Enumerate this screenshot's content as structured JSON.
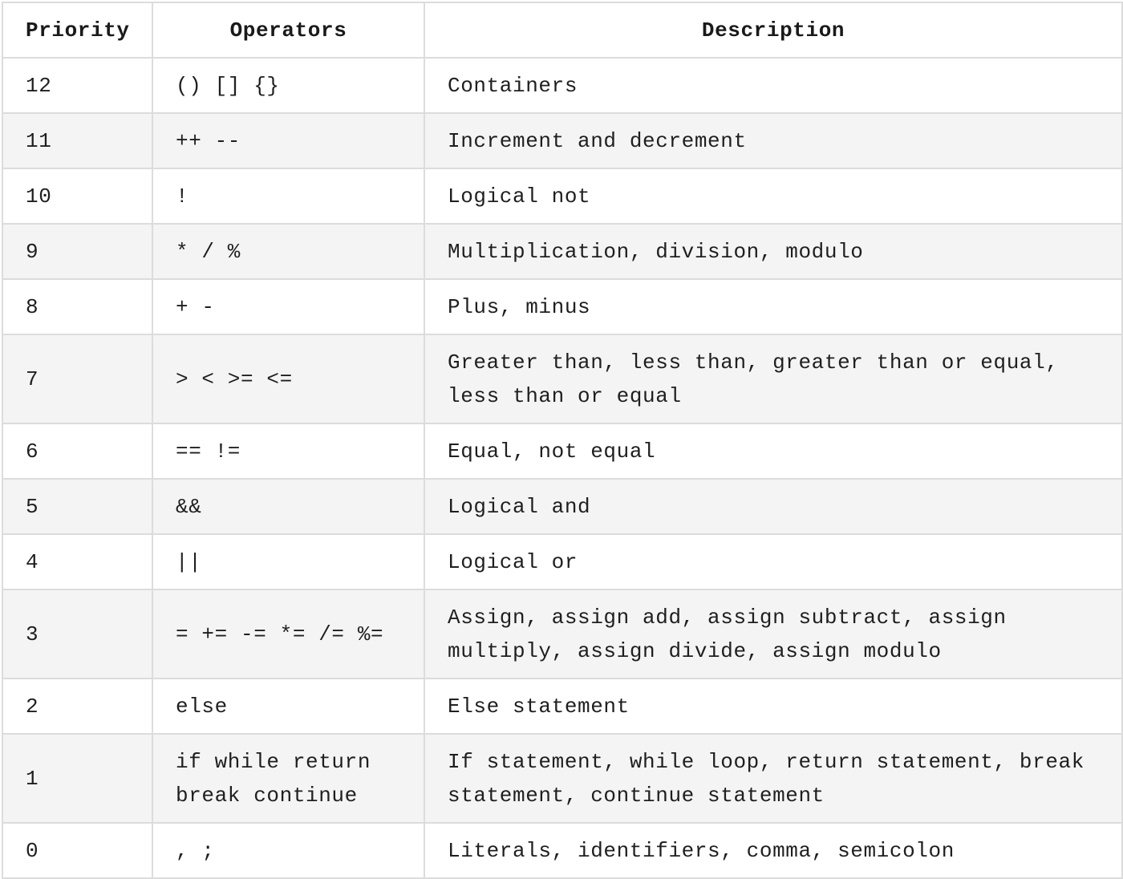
{
  "header": {
    "priority": "Priority",
    "operators": "Operators",
    "description": "Description"
  },
  "rows": [
    {
      "priority": "12",
      "operators": "() [] {}",
      "description": "Containers"
    },
    {
      "priority": "11",
      "operators": "++ --",
      "description": "Increment and decrement"
    },
    {
      "priority": "10",
      "operators": "!",
      "description": "Logical not"
    },
    {
      "priority": "9",
      "operators": "* / %",
      "description": "Multiplication, division, modulo"
    },
    {
      "priority": "8",
      "operators": "+ -",
      "description": "Plus, minus"
    },
    {
      "priority": "7",
      "operators": "> < >= <=",
      "description": "Greater than, less than, greater than or equal, less than or equal"
    },
    {
      "priority": "6",
      "operators": "== !=",
      "description": "Equal, not equal"
    },
    {
      "priority": "5",
      "operators": "&&",
      "description": "Logical and"
    },
    {
      "priority": "4",
      "operators": "||",
      "description": "Logical or"
    },
    {
      "priority": "3",
      "operators": "= += -= *= /= %=",
      "description": "Assign, assign add, assign subtract, assign multiply, assign divide, assign modulo"
    },
    {
      "priority": "2",
      "operators": "else",
      "description": "Else statement"
    },
    {
      "priority": "1",
      "operators": "if while return break continue",
      "description": "If statement, while loop, return statement, break statement, continue statement"
    },
    {
      "priority": "0",
      "operators": ", ;",
      "description": "Literals, identifiers, comma, semicolon"
    }
  ]
}
